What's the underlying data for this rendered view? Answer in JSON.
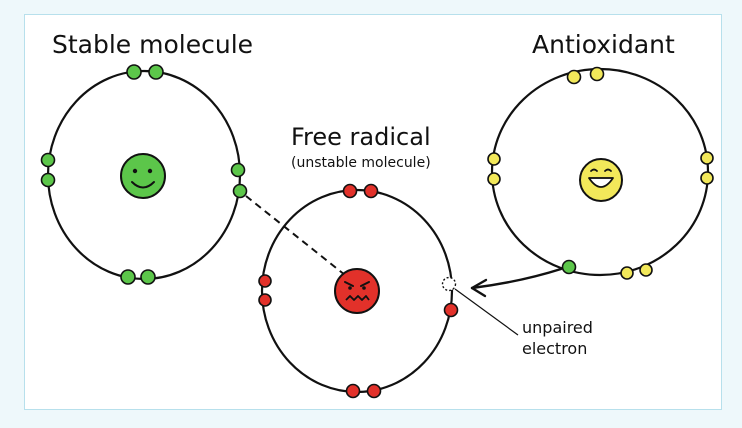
{
  "labels": {
    "stable_molecule": "Stable molecule",
    "antioxidant": "Antioxidant",
    "free_radical": "Free radical",
    "free_radical_sub": "(unstable molecule)",
    "unpaired_line1": "unpaired",
    "unpaired_line2": "electron"
  },
  "colors": {
    "background": "#eef8fb",
    "panel_border": "#b7e0ec",
    "stable_green": "#5cc64a",
    "radical_red": "#e2312a",
    "antioxidant_yellow": "#f2e85a",
    "outline": "#111111"
  },
  "faces": {
    "stable": "smiling-face-icon",
    "radical": "angry-face-icon",
    "antioxidant": "grinning-face-icon"
  }
}
